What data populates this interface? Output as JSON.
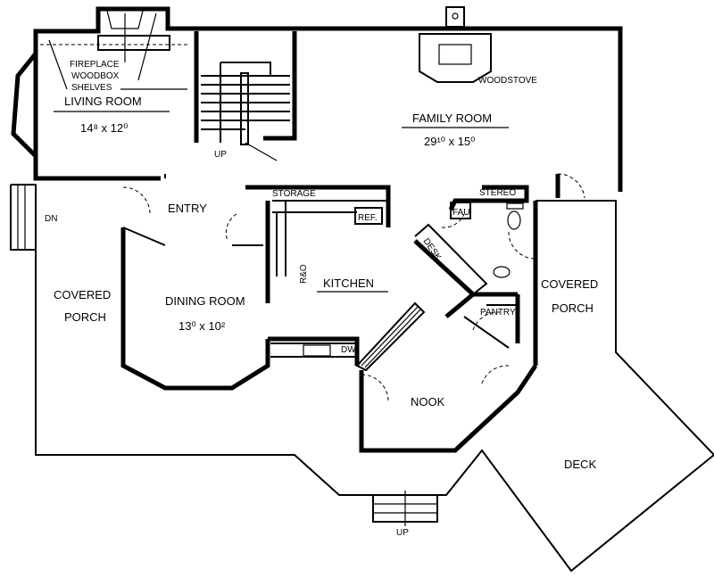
{
  "plan": {
    "rooms": {
      "living_room": {
        "name": "LIVING ROOM",
        "size": "14⁸ x 12⁰"
      },
      "family_room": {
        "name": "FAMILY ROOM",
        "size": "29¹⁰ x 15⁰"
      },
      "dining_room": {
        "name": "DINING ROOM",
        "size": "13⁰ x 10²"
      },
      "kitchen": {
        "name": "KITCHEN"
      },
      "entry": {
        "name": "ENTRY"
      },
      "nook": {
        "name": "NOOK"
      },
      "deck": {
        "name": "DECK"
      },
      "covered_porch_west": {
        "line1": "COVERED",
        "line2": "PORCH"
      },
      "covered_porch_east": {
        "line1": "COVERED",
        "line2": "PORCH"
      },
      "pantry": {
        "name": "PANTRY"
      }
    },
    "fixtures": {
      "fireplace": "FIREPLACE",
      "woodbox": "WOODBOX",
      "shelves": "SHELVES",
      "woodstove": "WOODSTOVE",
      "storage": "STORAGE",
      "ref": "REF.",
      "range": "R&O",
      "dw": "DW",
      "stereo": "STEREO",
      "fau": "FAU",
      "desk": "DESK"
    },
    "stairs": {
      "up_main": "UP",
      "up_deck": "UP",
      "down_porch": "DN"
    }
  }
}
